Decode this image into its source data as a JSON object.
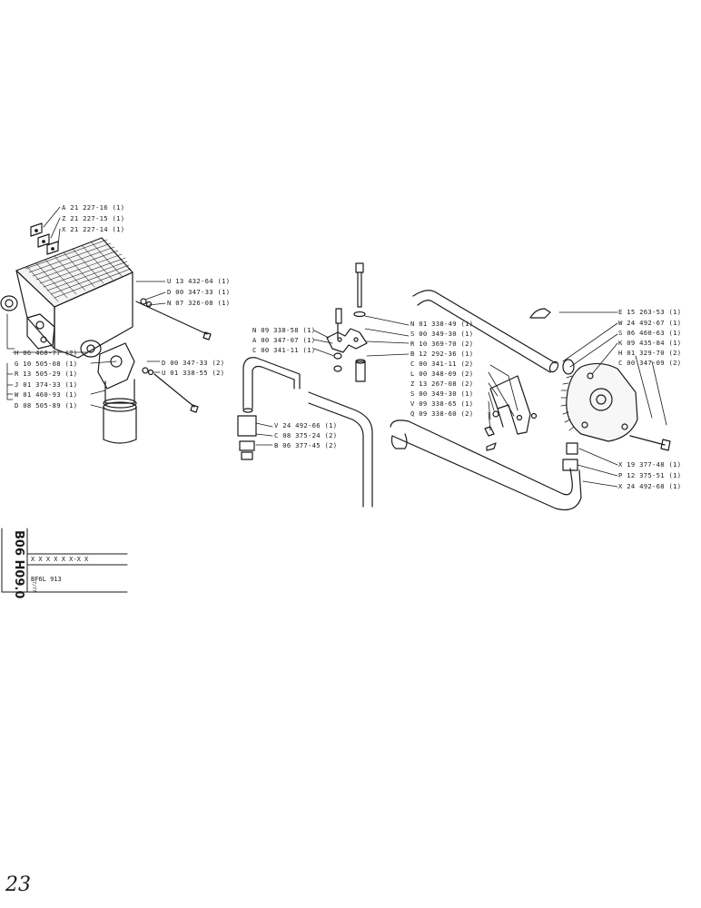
{
  "labels": {
    "A21227": "A 21 227-16 (1)",
    "Z21227": "Z 21 227-15 (1)",
    "X21227": "X 21 227-14 (1)",
    "U13432": "U 13 432-64 (1)",
    "D00347a": "D 00 347-33 (1)",
    "N07326": "N 07 326-08 (1)",
    "H06460": "H 06 460-77 (2)",
    "G10505": "G 10 505-08 (1)",
    "R13505": "R 13 505-29 (1)",
    "J01374": "J 01 374-33 (1)",
    "W01460": "W 01 460-93 (1)",
    "D08505": "D 08 505-89 (1)",
    "D00347b": "D 00 347-33 (2)",
    "U01338": "U 01 338-55 (2)",
    "N09338": "N 09 338-58 (1)",
    "A00347": "A 00 347-07 (1)",
    "C00341a": "C 00 341-11 (1)",
    "N01338": "N 01 338-49 (1)",
    "S00349a": "S 00 349-30 (1)",
    "R10369": "R 10 369-70 (2)",
    "B12292": "B 12 292-36 (1)",
    "C00341b": "C 00 341-11 (2)",
    "L00348": "L 00 348-09 (2)",
    "Z13267": "Z 13 267-08 (2)",
    "S00349b": "S 00 349-30 (1)",
    "V09338": "V 09 338-65 (1)",
    "Q09338": "Q 09 338-60 (2)",
    "V24492": "V 24 492-66 (1)",
    "C08375": "C 08 375-24 (2)",
    "B06377": "B 06 377-45 (2)",
    "E15263": "E 15 263-53 (1)",
    "W24492": "W 24 492-67 (1)",
    "S06460": "S 06 460-63 (1)",
    "K09435": "K 09 435-84 (1)",
    "H01329": "H 01 329-70 (2)",
    "C00347": "C 00 347-09 (2)",
    "X19377": "X 19 377-48 (1)",
    "P12375": "P 12 375-51 (1)",
    "X24492": "X 24 492-68 (1)"
  },
  "side_code": "B06 H09.0",
  "side_small": "7/77",
  "title_block": {
    "serial": "X X X  X X X-X X",
    "model": "BF6L 913"
  },
  "handwritten": "23"
}
